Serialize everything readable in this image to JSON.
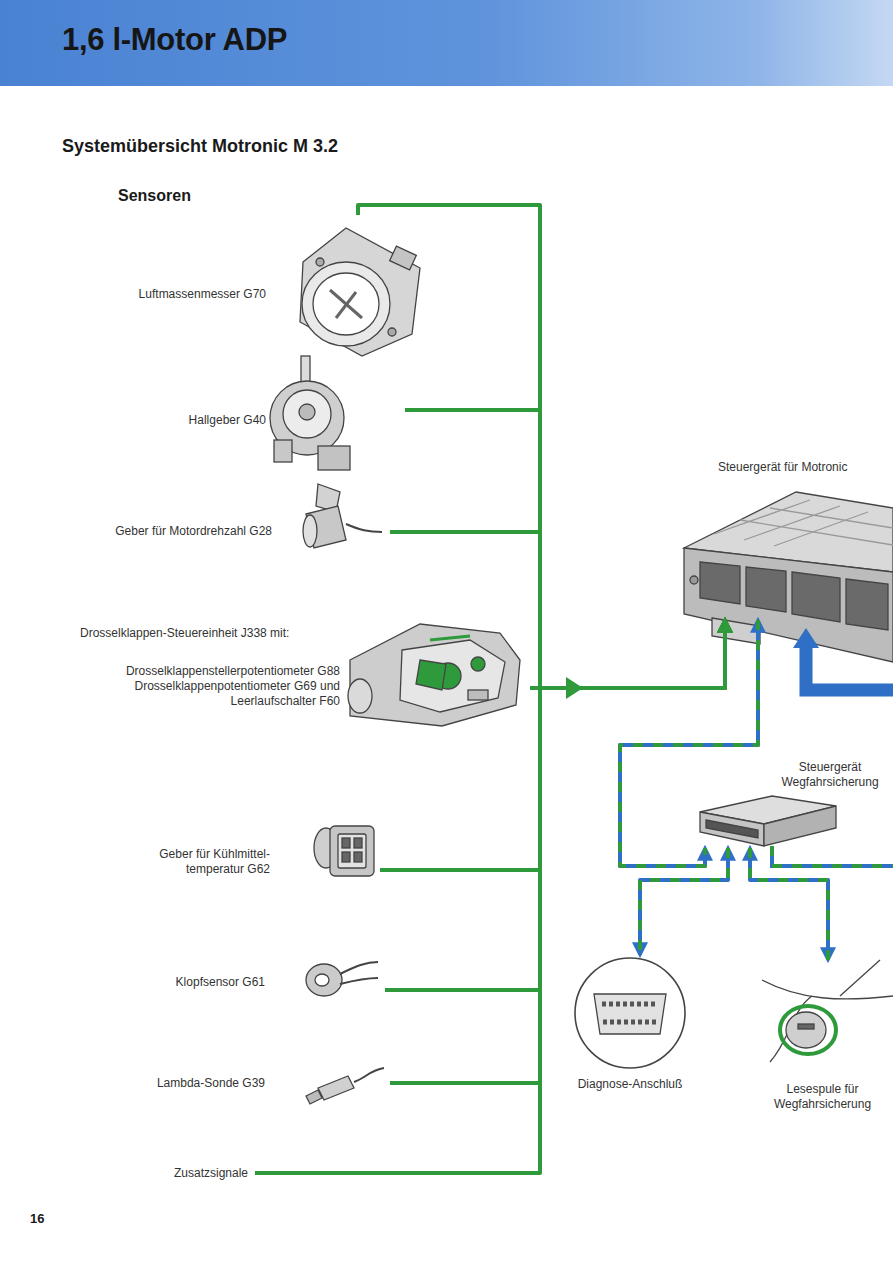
{
  "diagram": {
    "title": "1,6 l-Motor ADP",
    "nodes": [
      {
        "text": [
          "Luftmassenmesser G70"
        ]
      },
      {
        "text": [
          "Hallgeber G40"
        ]
      },
      {
        "text": [
          "Geber für Motordrehzahl G28"
        ]
      },
      {
        "text": [
          "Drosselklappen-Steuereinheit J338 mit:",
          "Drosselklappenstellerpotentiometer G88 Drosselklappenpotentiometer G69 und Leerlaufschalter F60"
        ]
      },
      {
        "text": [
          "Geber für Kühlmittel- temperatur G62"
        ]
      },
      {
        "text": [
          "Klopfsensor G61"
        ]
      },
      {
        "text": [
          "Lambda-Sonde G39"
        ]
      },
      {
        "text": [
          "Zusatzsignale"
        ]
      },
      {
        "text": [
          "Steuergerät für Motronic"
        ]
      },
      {
        "text": [
          "Steuergerät Wegfahrsicherung"
        ]
      },
      {
        "text": [
          "Diagnose-Anschluß"
        ]
      },
      {
        "text": [
          "Lesespule für Wegfahrsicherung"
        ]
      }
    ],
    "edges": [
      {
        "from": 0,
        "to": 8,
        "arrow": "to"
      },
      {
        "from": 1,
        "to": 8,
        "arrow": "to"
      },
      {
        "from": 2,
        "to": 8,
        "arrow": "to"
      },
      {
        "from": 3,
        "to": 8,
        "arrow": "to"
      },
      {
        "from": 4,
        "to": 8,
        "arrow": "to"
      },
      {
        "from": 5,
        "to": 8,
        "arrow": "to"
      },
      {
        "from": 6,
        "to": 8,
        "arrow": "to"
      },
      {
        "from": 7,
        "to": 8,
        "arrow": "to"
      },
      {
        "from": 8,
        "to": 9,
        "arrow": "both"
      },
      {
        "from": 9,
        "to": 10,
        "arrow": "both"
      },
      {
        "from": 9,
        "to": 11,
        "arrow": "both"
      }
    ],
    "labels": [
      "Systemübersicht Motronic M 3.2",
      "Sensoren",
      "16"
    ]
  }
}
